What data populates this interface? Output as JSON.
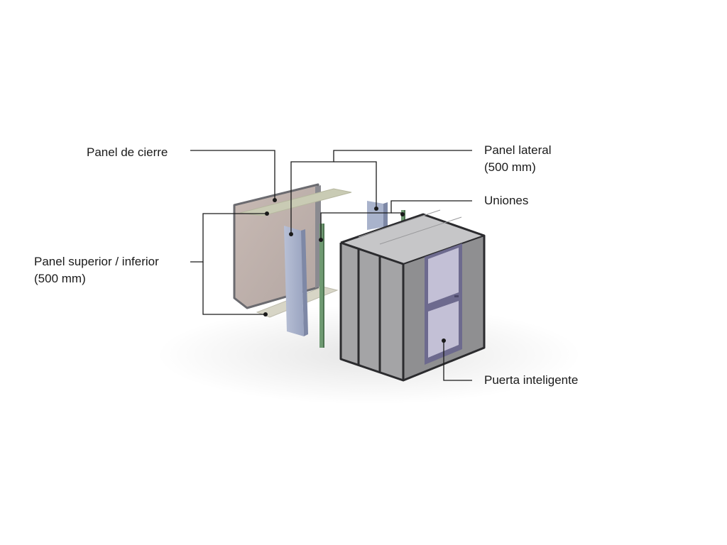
{
  "diagram": {
    "labels": {
      "panel_cierre": "Panel de cierre",
      "panel_superior_line1": "Panel superior / inferior",
      "panel_superior_line2": "(500 mm)",
      "panel_lateral_line1": "Panel lateral",
      "panel_lateral_line2": "(500 mm)",
      "uniones": "Uniones",
      "puerta": "Puerta inteligente"
    },
    "colors": {
      "closing_panel": "#b9aaa4",
      "closing_panel_edge": "#6b6b70",
      "top_bottom_panel": "#c9cbb4",
      "side_panel": "#a9b3cc",
      "union": "#6f9a72",
      "cabin_front": "#a2a2a4",
      "cabin_side": "#8f8f91",
      "cabin_top": "#c6c6c8",
      "door_frame": "#6d6a8e",
      "door_glass": "#c3c0d6",
      "leader": "#1a1a1a"
    }
  }
}
